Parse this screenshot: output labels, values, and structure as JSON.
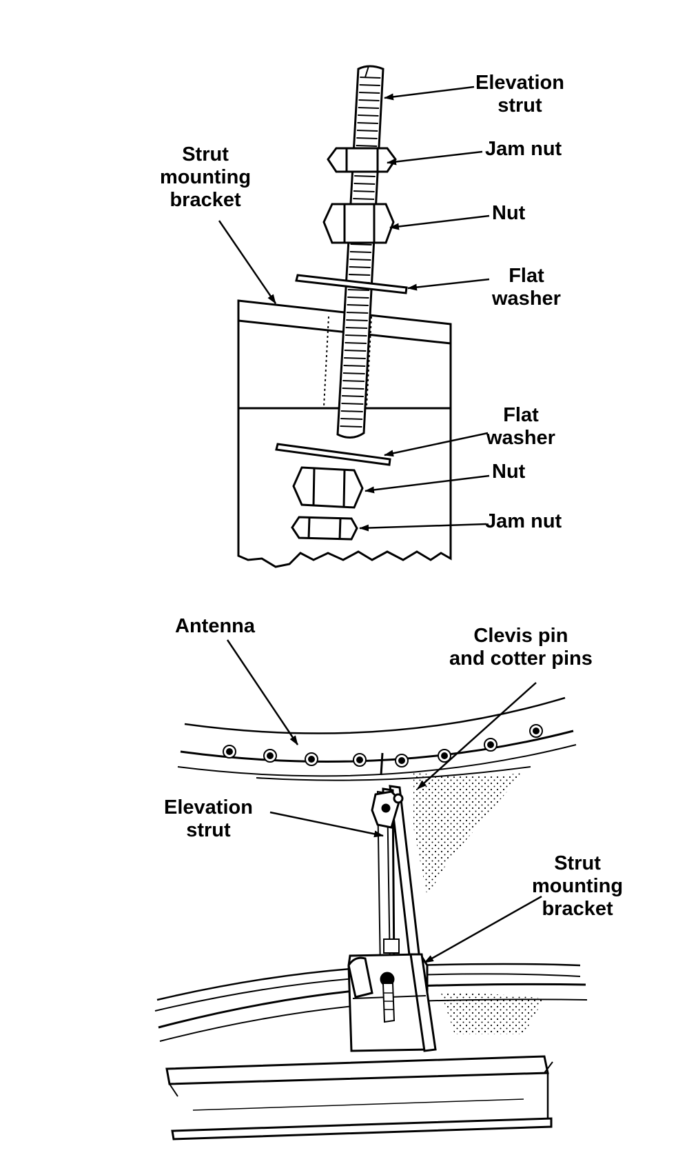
{
  "top_view": {
    "elevation_strut": [
      "Elevation",
      "strut"
    ],
    "strut_mounting_bracket": [
      "Strut",
      "mounting",
      "bracket"
    ],
    "jam_nut_upper": "Jam nut",
    "nut_upper": "Nut",
    "flat_washer_upper": [
      "Flat",
      "washer"
    ],
    "flat_washer_lower": [
      "Flat",
      "washer"
    ],
    "nut_lower": "Nut",
    "jam_nut_lower": "Jam nut"
  },
  "bottom_view": {
    "antenna": "Antenna",
    "clevis_pin": [
      "Clevis pin",
      "and cotter pins"
    ],
    "elevation_strut": [
      "Elevation",
      "strut"
    ],
    "strut_mounting_bracket": [
      "Strut",
      "mounting",
      "bracket"
    ]
  },
  "colors": {
    "ink": "#000000",
    "paper": "#ffffff"
  }
}
